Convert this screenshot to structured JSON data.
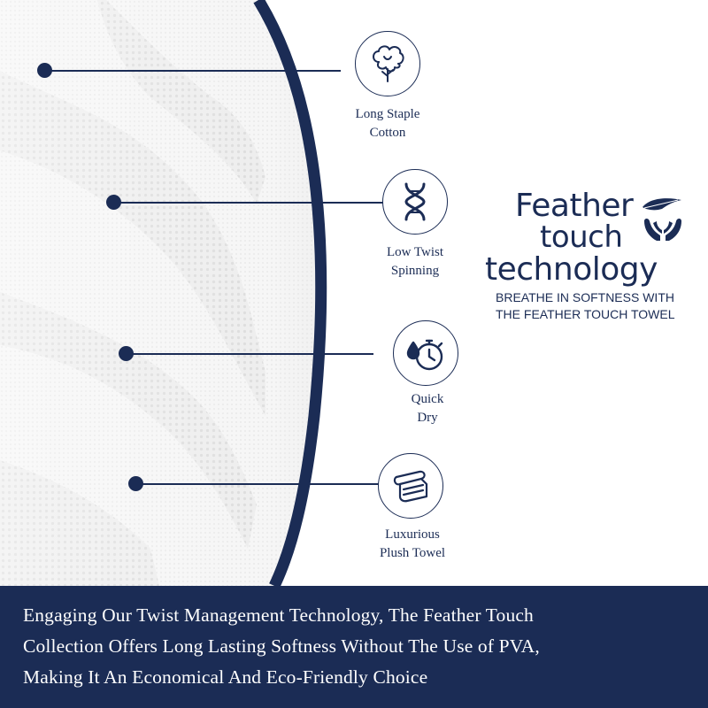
{
  "features": [
    {
      "id": "cotton",
      "label_lines": [
        "Long Staple",
        "Cotton"
      ],
      "icon": "cotton-flower-icon"
    },
    {
      "id": "twist",
      "label_lines": [
        "Low Twist",
        "Spinning"
      ],
      "icon": "twisted-yarn-icon"
    },
    {
      "id": "dry",
      "label_lines": [
        "Quick",
        "Dry"
      ],
      "icon": "stopwatch-droplet-icon"
    },
    {
      "id": "plush",
      "label_lines": [
        "Luxurious",
        "Plush Towel"
      ],
      "icon": "folded-towel-icon"
    }
  ],
  "brand": {
    "line1": "Feather",
    "line2": "touch",
    "line3": "technology",
    "emblem_icon": "feather-hands-icon",
    "tagline_lines": [
      "BREATHE IN SOFTNESS WITH",
      "THE FEATHER TOUCH TOWEL"
    ]
  },
  "banner": {
    "lines": [
      "Engaging Our Twist Management Technology, The Feather Touch",
      "Collection Offers Long Lasting Softness Without The Use of PVA,",
      "Making It An Economical And Eco-Friendly Choice"
    ]
  },
  "colors": {
    "navy": "#1b2c55",
    "towel_white": "#f3f3f3",
    "background": "#ffffff"
  }
}
